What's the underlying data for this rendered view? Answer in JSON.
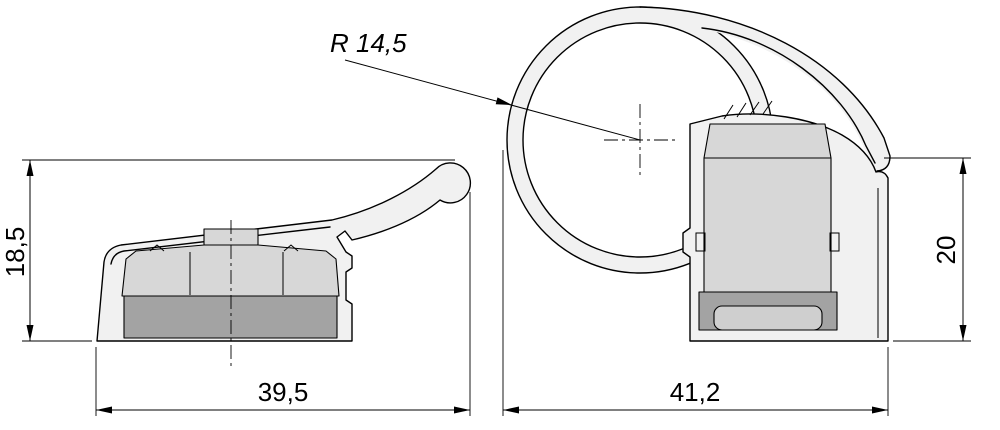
{
  "drawing": {
    "type": "technical-drawing",
    "views": {
      "left": {
        "width_label": "39,5",
        "height_label": "18,5"
      },
      "right": {
        "width_label": "41,2",
        "height_label": "20",
        "radius_label": "R 14,5"
      }
    },
    "colors": {
      "background": "#ffffff",
      "line": "#000000",
      "profile_fill": "#f1f1f1",
      "insert_fill": "#d7d7d7",
      "base_fill": "#a3a3a3",
      "inset_fill": "#cfcfcf"
    }
  }
}
